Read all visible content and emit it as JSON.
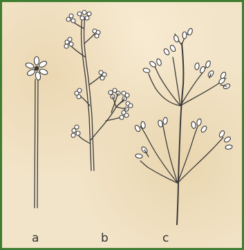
{
  "figure": {
    "labels": {
      "a": "a",
      "b": "b",
      "c": "c"
    },
    "colors": {
      "border": "#3f7d31",
      "paper": "#f2e4c8",
      "ink": "#3a3a3a"
    },
    "parts": [
      {
        "id": "a",
        "description_shape": "umbel"
      },
      {
        "id": "b",
        "description_shape": "raceme-like cluster"
      },
      {
        "id": "c",
        "description_shape": "compound branched cluster"
      }
    ]
  }
}
